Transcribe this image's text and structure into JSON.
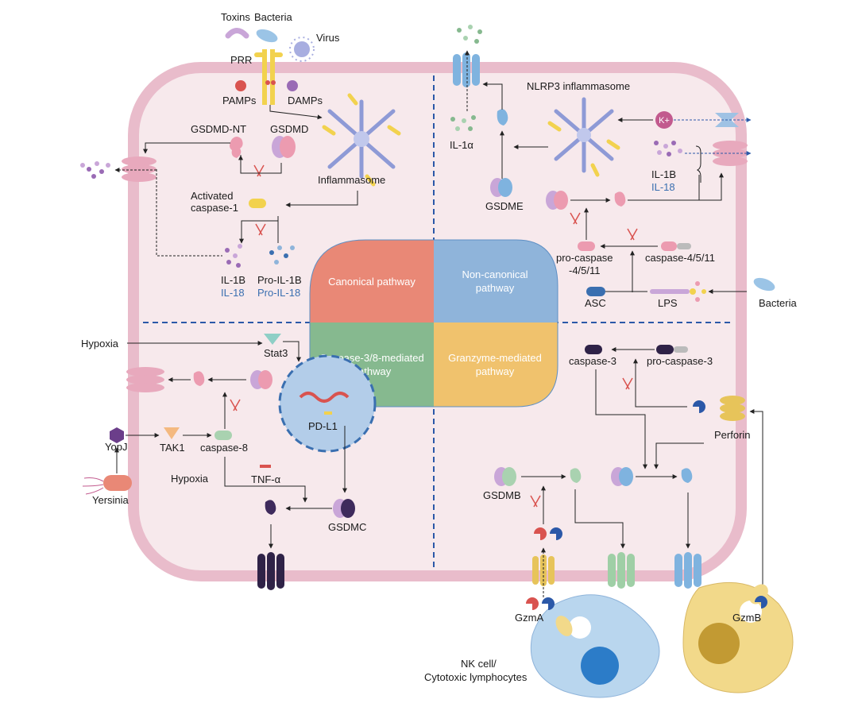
{
  "colors": {
    "cell_fill": "#f7e9ec",
    "cell_border": "#e9bccb",
    "canonical": "#e98876",
    "non_canonical": "#8fb4da",
    "caspase38": "#86b98f",
    "granzyme": "#f0c26d",
    "dashed_divider": "#2b58a8",
    "il18_text": "#3a6fb0"
  },
  "external": {
    "toxins": "Toxins",
    "bacteria_top": "Bacteria",
    "virus": "Virus",
    "bacteria_right": "Bacteria",
    "yersinia": "Yersinia",
    "hypoxia_left": "Hypoxia",
    "nk_cell_line1": "NK cell/",
    "nk_cell_line2": "Cytotoxic lymphocytes",
    "gzma": "GzmA",
    "gzmb": "GzmB"
  },
  "quadrants": {
    "canonical": "Canonical pathway",
    "non_canonical_1": "Non-canonical",
    "non_canonical_2": "pathway",
    "caspase38_1": "Caspase-3/8-mediated",
    "caspase38_2": "pathway",
    "granzyme_1": "Granzyme-mediated",
    "granzyme_2": "pathway"
  },
  "canonical": {
    "prr": "PRR",
    "pamps": "PAMPs",
    "damps": "DAMPs",
    "gsdmd_nt": "GSDMD-NT",
    "gsdmd": "GSDMD",
    "inflammasome": "Inflammasome",
    "activated_1": "Activated",
    "activated_2": "caspase-1",
    "il1b": "IL-1B",
    "il18": "IL-18",
    "pro_il1b": "Pro-IL-1B",
    "pro_il18": "Pro-IL-18"
  },
  "non_canonical": {
    "nlrp3": "NLRP3 inflammasome",
    "kplus": "K+",
    "il1a": "IL-1α",
    "il1b": "IL-1B",
    "il18": "IL-18",
    "gsdme": "GSDME",
    "pro_caspase_1": "pro-caspase",
    "pro_caspase_2": "-4/5/11",
    "caspase_4511": "caspase-4/5/11",
    "asc": "ASC",
    "lps": "LPS"
  },
  "caspase38": {
    "stat3": "Stat3",
    "yopj": "YopJ",
    "tak1": "TAK1",
    "caspase8": "caspase-8",
    "pdl1": "PD-L1",
    "hypoxia": "Hypoxia",
    "tnfa": "TNF-α",
    "gsdmc": "GSDMC"
  },
  "granzyme": {
    "caspase3": "caspase-3",
    "pro_caspase3": "pro-caspase-3",
    "perforin": "Perforin",
    "gsdmb": "GSDMB"
  }
}
